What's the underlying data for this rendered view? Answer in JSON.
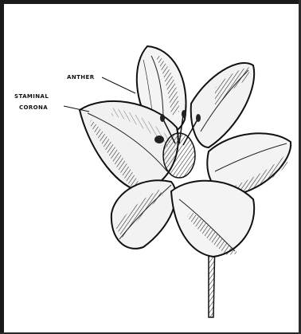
{
  "labels": {
    "anther": "ANTHER",
    "staminal": "STAMINAL",
    "corona": "CORONA"
  },
  "colors": {
    "ink": "#111111",
    "paper": "#ffffff",
    "frame": "#1a1a1a"
  },
  "subject": "lily-flower-drawing"
}
